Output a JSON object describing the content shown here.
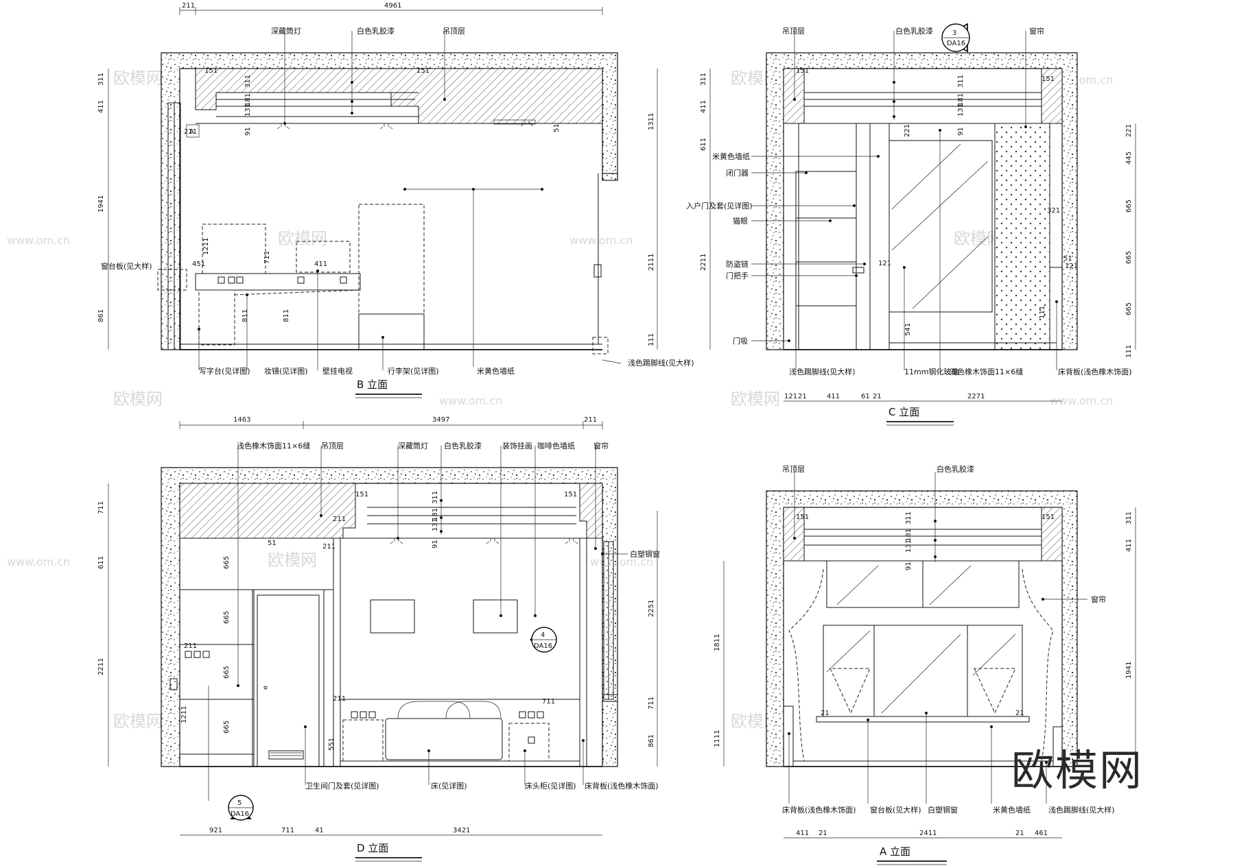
{
  "brand": {
    "logo_text": "欧模网",
    "watermark_cn": "欧模网",
    "watermark_url": "www.om.cn"
  },
  "elevations": [
    {
      "id": "B",
      "title": "B 立面",
      "top_dims": [
        "211",
        "4961"
      ],
      "left_dims": [
        "311",
        "411",
        "1941",
        "861"
      ],
      "right_dims": [
        "1311",
        "2111",
        "111"
      ],
      "top_labels": [
        "深藏筒灯",
        "白色乳胶漆",
        "吊顶层"
      ],
      "left_labels": [
        "窗台板(见大样)"
      ],
      "bottom_labels": [
        "写字台(见详图)",
        "妆镜(见详图)",
        "壁挂电视",
        "行李架(见详图)",
        "米黄色墙纸",
        "浅色踢脚线(见大样)"
      ],
      "inner_dims": [
        "151",
        "311",
        "181",
        "131",
        "91",
        "151",
        "51",
        "211",
        "451",
        "711",
        "411",
        "811",
        "811",
        "1211"
      ],
      "marks": [
        "A"
      ]
    },
    {
      "id": "C",
      "title": "C 立面",
      "top_labels": [
        "吊顶层",
        "白色乳胶漆",
        "窗帘"
      ],
      "callout": {
        "num": "3",
        "ref": "DA16"
      },
      "left_labels": [
        "米黄色墙纸",
        "闭门器",
        "入户门及套(见详图)",
        "猫眼",
        "防盗链",
        "门把手",
        "门吸"
      ],
      "bottom_labels": [
        "浅色踢脚线(见大样)",
        "11mm钢化玻璃",
        "浅色橡木饰面11×6缝",
        "床背板(浅色橡木饰面)"
      ],
      "left_dims": [
        "311",
        "411",
        "611",
        "2211"
      ],
      "right_dims": [
        "221",
        "445",
        "665",
        "665",
        "665",
        "111"
      ],
      "bottom_dims": [
        "121",
        "21",
        "411",
        "61",
        "21",
        "2271"
      ],
      "inner_dims": [
        "151",
        "311",
        "181",
        "131",
        "91",
        "221",
        "121",
        "321",
        "121",
        "541",
        "111",
        "51",
        "151"
      ]
    },
    {
      "id": "D",
      "title": "D 立面",
      "top_dims": [
        "1463",
        "3497",
        "211"
      ],
      "top_labels": [
        "浅色橡木饰面11×6缝",
        "吊顶层",
        "深藏筒灯",
        "白色乳胶漆",
        "装饰挂画",
        "咖啡色墙纸",
        "窗帘"
      ],
      "right_labels": [
        "白塑钢窗"
      ],
      "callouts": [
        {
          "num": "4",
          "ref": "DA16"
        },
        {
          "num": "5",
          "ref": "DA16"
        }
      ],
      "left_dims": [
        "711",
        "611",
        "2211"
      ],
      "right_dims": [
        "2251",
        "711",
        "861"
      ],
      "bottom_labels": [
        "卫生间门及套(见详图)",
        "床(见详图)",
        "床头柜(见详图)",
        "床背板(浅色橡木饰面)"
      ],
      "bottom_dims": [
        "921",
        "711",
        "41",
        "3421"
      ],
      "inner_dims": [
        "665",
        "665",
        "665",
        "665",
        "211",
        "1211",
        "151",
        "311",
        "181",
        "131",
        "91",
        "151",
        "51",
        "211",
        "211",
        "211",
        "551",
        "711"
      ]
    },
    {
      "id": "A",
      "title": "A 立面",
      "top_labels": [
        "吊顶层",
        "白色乳胶漆"
      ],
      "right_labels": [
        "窗帘"
      ],
      "left_dims": [
        "1811",
        "1111"
      ],
      "right_dims": [
        "311",
        "411",
        "1941"
      ],
      "bottom_labels": [
        "床背板(浅色橡木饰面)",
        "窗台板(见大样)",
        "白塑钢窗",
        "米黄色墙纸",
        "浅色踢脚线(见大样)"
      ],
      "bottom_dims": [
        "411",
        "21",
        "2411",
        "21",
        "461"
      ],
      "inner_dims": [
        "151",
        "311",
        "181",
        "131",
        "91",
        "151",
        "21",
        "21"
      ]
    }
  ]
}
